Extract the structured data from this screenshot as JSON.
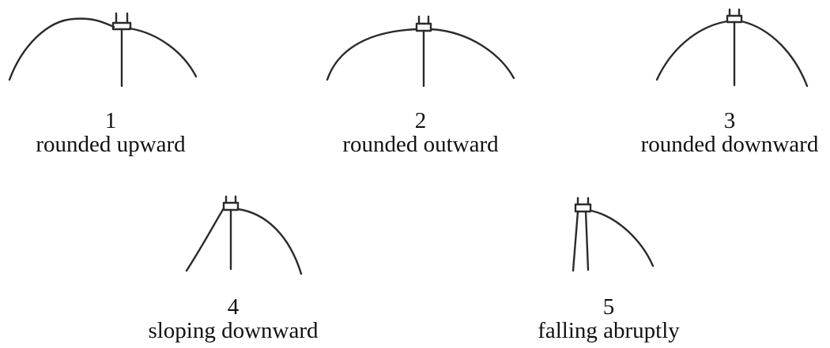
{
  "figure": {
    "items": [
      {
        "number": "1",
        "caption": "rounded upward"
      },
      {
        "number": "2",
        "caption": "rounded outward"
      },
      {
        "number": "3",
        "caption": "rounded downward"
      },
      {
        "number": "4",
        "caption": "sloping downward"
      },
      {
        "number": "5",
        "caption": "falling abruptly"
      }
    ]
  }
}
